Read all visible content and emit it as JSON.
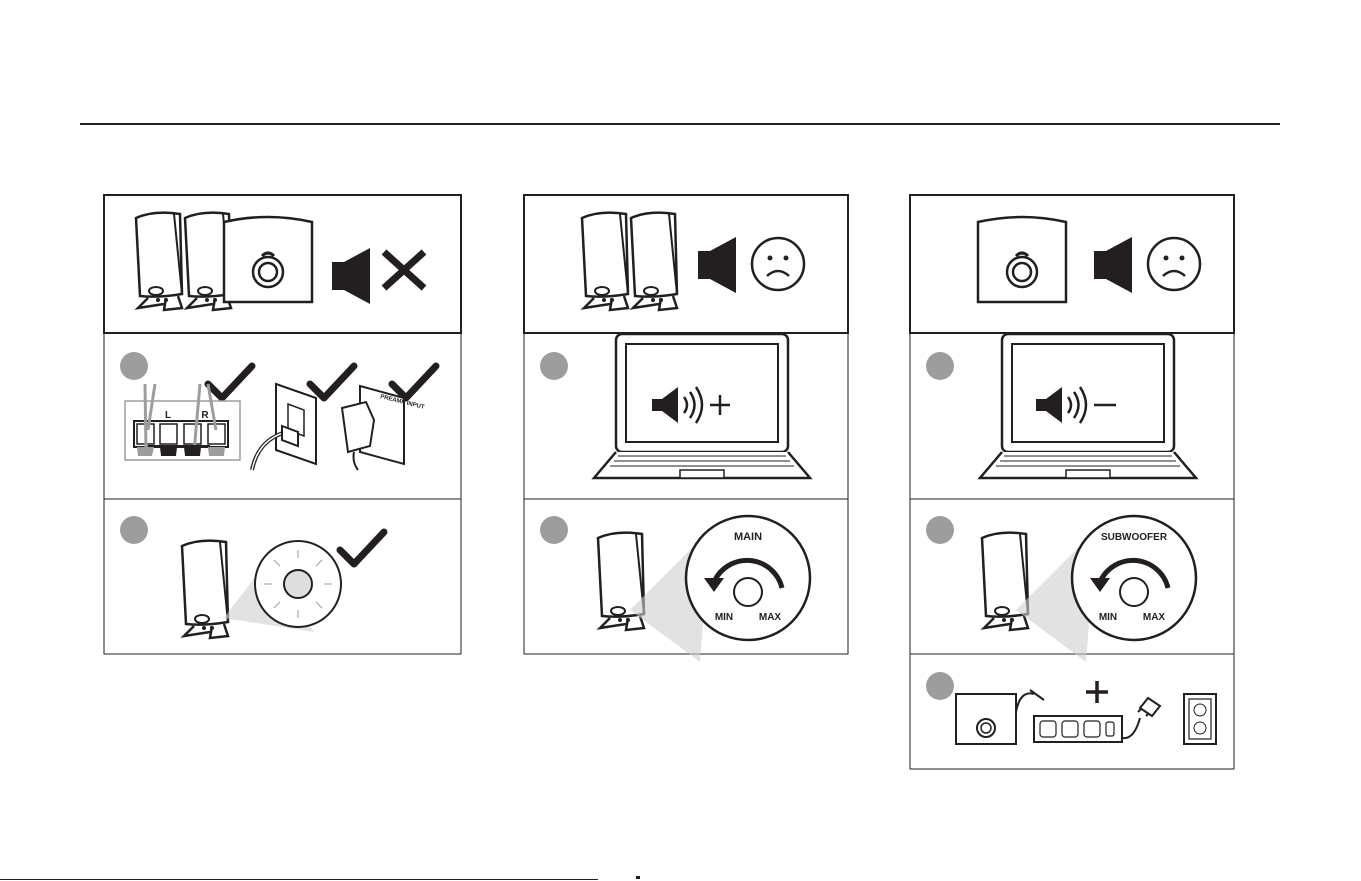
{
  "figure": {
    "col2": {
      "dial_label": "MAIN",
      "dial_min": "MIN",
      "dial_max": "MAX"
    },
    "col3": {
      "dial_label": "SUBWOOFER",
      "dial_min": "MIN",
      "dial_max": "MAX"
    },
    "col1": {
      "terminal_left": "L",
      "terminal_right": "R",
      "adapter_label": "PREAMP INPUT"
    },
    "icons": [
      "speaker-pair-icon",
      "subwoofer-icon",
      "muted-icon",
      "sad-face-icon",
      "check-icon",
      "volume-up-icon",
      "volume-down-icon",
      "laptop-icon",
      "knob-icon",
      "power-strip-icon",
      "wall-outlet-icon",
      "plus-icon"
    ]
  }
}
